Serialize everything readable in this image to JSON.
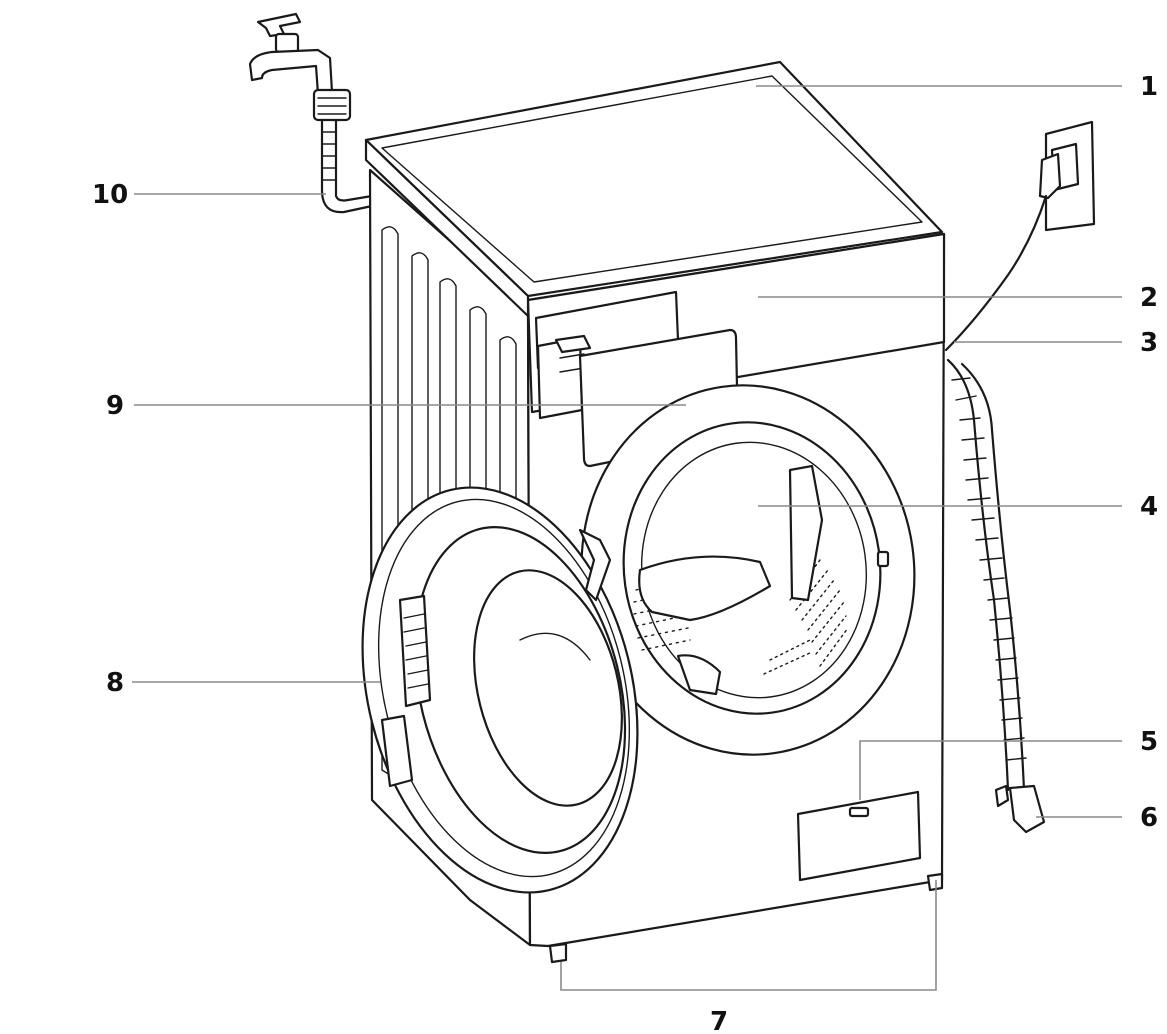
{
  "callouts": [
    "1",
    "2",
    "3",
    "4",
    "5",
    "6",
    "7",
    "8",
    "9",
    "10"
  ],
  "colors": {
    "line": "#1a1a1a",
    "leader": "#8a8a8a",
    "background": "#ffffff"
  }
}
